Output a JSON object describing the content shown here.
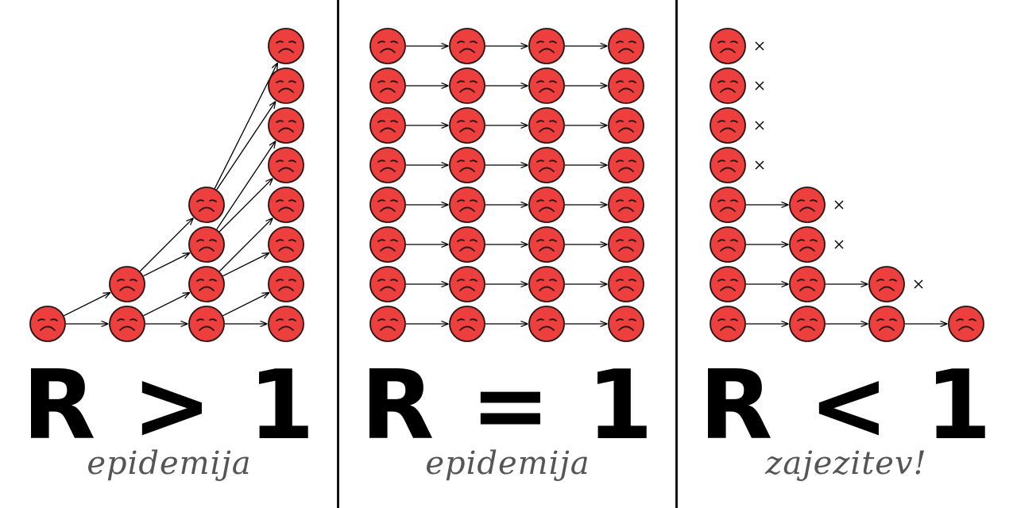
{
  "panels": [
    {
      "formula": "R > 1",
      "caption": "epidemija"
    },
    {
      "formula": "R = 1",
      "caption": "epidemija"
    },
    {
      "formula": "R < 1",
      "caption": "zajezitev!"
    }
  ],
  "colors": {
    "face_fill": "#ee3f3f",
    "face_stroke": "#2b1212",
    "arrow": "#000000",
    "cross": "#000000",
    "divider": "#111111",
    "formula": "#000000",
    "caption": "#555555"
  },
  "icons": {
    "person": "sad-face-icon",
    "stopped": "cross-icon"
  }
}
